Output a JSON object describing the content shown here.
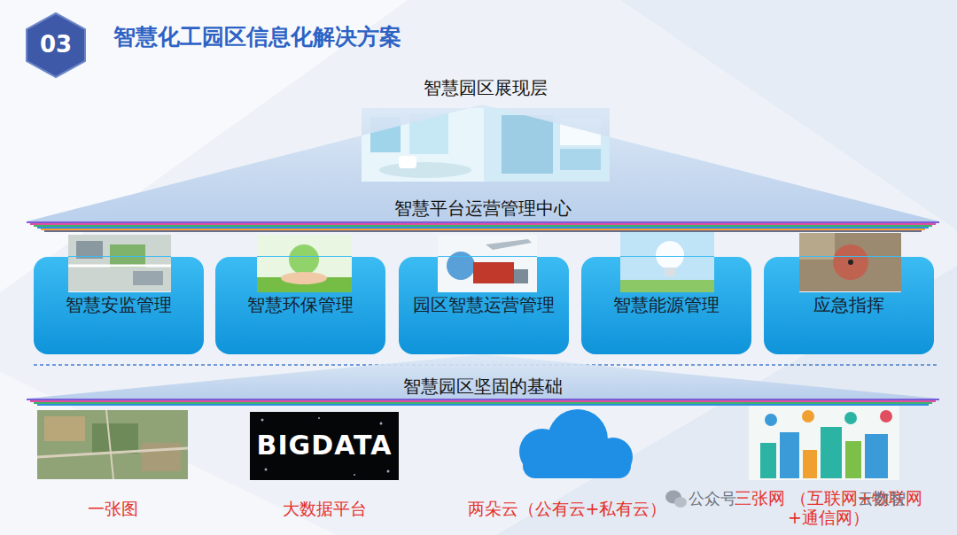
{
  "diagram": {
    "title": "智慧化工园区信息化解决方案",
    "nodes": [
      {
        "text": [
          "03"
        ]
      },
      {
        "text": [
          "智慧平台运营管理中心"
        ]
      },
      {
        "text": [
          "智慧安监管理"
        ]
      },
      {
        "text": [
          "智慧环保管理"
        ]
      },
      {
        "text": [
          "园区智慧运营管理"
        ]
      },
      {
        "text": [
          "智慧能源管理"
        ]
      },
      {
        "text": [
          "应急指挥"
        ]
      },
      {
        "text": [
          "智慧园区坚固的基础"
        ]
      }
    ],
    "labels": [
      "智慧园区展现层",
      "BIGDATA",
      "一张图",
      "大数据平台",
      "两朵云（公有云+私有云）",
      "三张网 （互联网+物联网+通信网）",
      "公众号",
      "云数智"
    ]
  }
}
